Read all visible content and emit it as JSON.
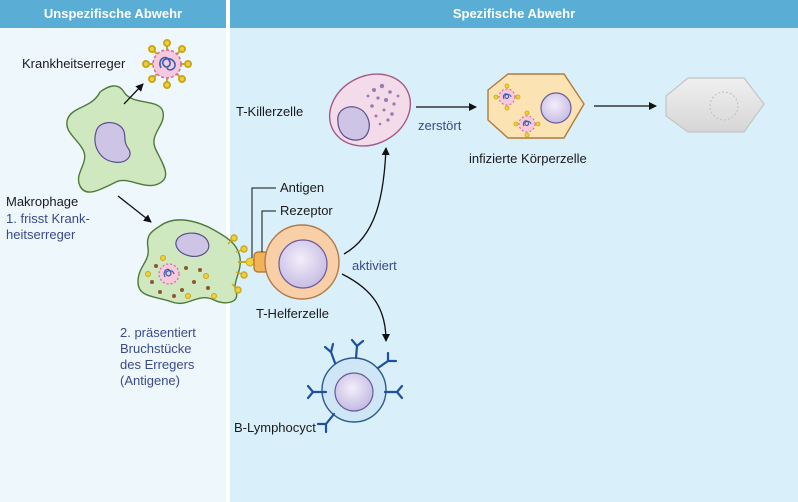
{
  "header": {
    "left_title": "Unspezifische Abwehr",
    "right_title": "Spezifische Abwehr"
  },
  "labels": {
    "pathogen": "Krankheitserreger",
    "macrophage": "Makrophage",
    "step1_line1": "1. frisst Krank-",
    "step1_line2": "heitserreger",
    "step2_line1": "2. präsentiert",
    "step2_line2": "Bruchstücke",
    "step2_line3": "des Erregers",
    "step2_line4": "(Antigene)",
    "antigen": "Antigen",
    "receptor": "Rezeptor",
    "t_helper": "T-Helferzelle",
    "t_killer": "T-Killerzelle",
    "destroys": "zerstört",
    "infected_cell": "infizierte Körperzelle",
    "activates": "aktiviert",
    "b_lymphocyte": "B-Lymphocyct"
  },
  "colors": {
    "left_panel": "#eef7fc",
    "right_panel": "#d9eff9",
    "header": "#5aaed6",
    "macrophage_fill": "#cfe8c0",
    "nucleus_fill": "#cdc4e6",
    "t_helper_fill": "#f9cfa8",
    "t_killer_fill": "#f4dbe9",
    "infected_fill": "#fbe3b4",
    "b_cell_fill": "#cfe6f6",
    "receptor_blue": "#1f4fa0",
    "antigen_yellow": "#f2cf3c",
    "label_blue": "#3a4a8c"
  }
}
